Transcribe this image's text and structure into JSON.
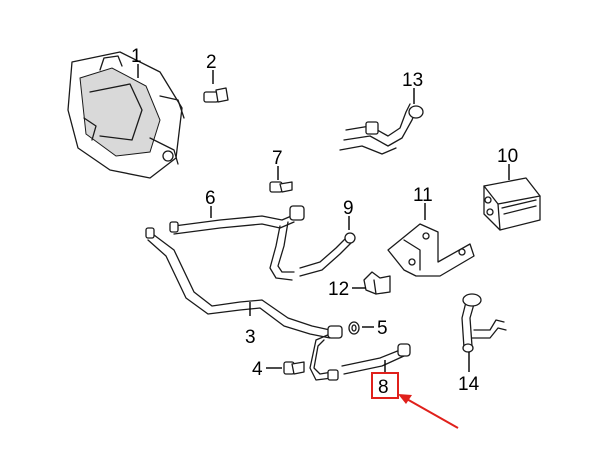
{
  "callouts": [
    {
      "id": "1",
      "label": "1"
    },
    {
      "id": "2",
      "label": "2"
    },
    {
      "id": "3",
      "label": "3"
    },
    {
      "id": "4",
      "label": "4"
    },
    {
      "id": "5",
      "label": "5"
    },
    {
      "id": "6",
      "label": "6"
    },
    {
      "id": "7",
      "label": "7"
    },
    {
      "id": "8",
      "label": "8"
    },
    {
      "id": "9",
      "label": "9"
    },
    {
      "id": "10",
      "label": "10"
    },
    {
      "id": "11",
      "label": "11"
    },
    {
      "id": "12",
      "label": "12"
    },
    {
      "id": "13",
      "label": "13"
    },
    {
      "id": "14",
      "label": "14"
    }
  ],
  "highlight": {
    "label": "8",
    "box_color": "#e0201b",
    "arrow_color": "#e0201b"
  },
  "colors": {
    "line": "#1a1a1a",
    "background": "#ffffff"
  }
}
